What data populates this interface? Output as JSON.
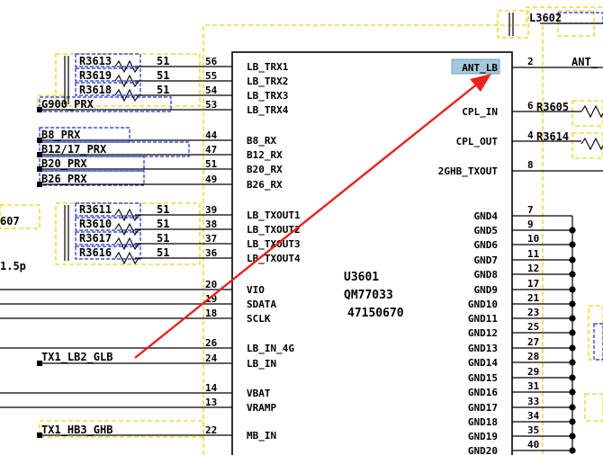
{
  "chip": {
    "refdes": "U3601",
    "part_number": "QM77033",
    "code": "47150670",
    "left_pins": [
      {
        "num": "56",
        "name": "LB_TRX1"
      },
      {
        "num": "55",
        "name": "LB_TRX2"
      },
      {
        "num": "54",
        "name": "LB_TRX3"
      },
      {
        "num": "53",
        "name": "LB_TRX4"
      },
      {
        "num": "44",
        "name": "B8_RX"
      },
      {
        "num": "47",
        "name": "B12_RX"
      },
      {
        "num": "51",
        "name": "B20_RX"
      },
      {
        "num": "49",
        "name": "B26_RX"
      },
      {
        "num": "39",
        "name": "LB_TXOUT1"
      },
      {
        "num": "38",
        "name": "LB_TXOUT2"
      },
      {
        "num": "37",
        "name": "LB_TXOUT3"
      },
      {
        "num": "36",
        "name": "LB_TXOUT4"
      },
      {
        "num": "20",
        "name": "VIO"
      },
      {
        "num": "19",
        "name": "SDATA"
      },
      {
        "num": "18",
        "name": "SCLK"
      },
      {
        "num": "26",
        "name": "LB_IN_4G"
      },
      {
        "num": "24",
        "name": "LB_IN"
      },
      {
        "num": "14",
        "name": "VBAT"
      },
      {
        "num": "13",
        "name": "VRAMP"
      },
      {
        "num": "22",
        "name": "MB_IN"
      }
    ],
    "right_pins": [
      {
        "num": "2",
        "name": "ANT_LB"
      },
      {
        "num": "6",
        "name": "CPL_IN"
      },
      {
        "num": "4",
        "name": "CPL_OUT"
      },
      {
        "num": "8",
        "name": "2GHB_TXOUT"
      },
      {
        "num": "7",
        "name": "GND4"
      },
      {
        "num": "9",
        "name": "GND5"
      },
      {
        "num": "10",
        "name": "GND6"
      },
      {
        "num": "11",
        "name": "GND7"
      },
      {
        "num": "12",
        "name": "GND8"
      },
      {
        "num": "17",
        "name": "GND9"
      },
      {
        "num": "21",
        "name": "GND10"
      },
      {
        "num": "23",
        "name": "GND11"
      },
      {
        "num": "25",
        "name": "GND12"
      },
      {
        "num": "27",
        "name": "GND13"
      },
      {
        "num": "28",
        "name": "GND14"
      },
      {
        "num": "29",
        "name": "GND15"
      },
      {
        "num": "31",
        "name": "GND16"
      },
      {
        "num": "33",
        "name": "GND17"
      },
      {
        "num": "34",
        "name": "GND18"
      },
      {
        "num": "35",
        "name": "GND19"
      },
      {
        "num": "40",
        "name": "GND20"
      }
    ]
  },
  "resistors": [
    {
      "ref": "R3613",
      "value": "51"
    },
    {
      "ref": "R3619",
      "value": "51"
    },
    {
      "ref": "R3618",
      "value": "51"
    },
    {
      "ref": "R3611",
      "value": "51"
    },
    {
      "ref": "R3610",
      "value": "51"
    },
    {
      "ref": "R3617",
      "value": "51"
    },
    {
      "ref": "R3616",
      "value": "51"
    },
    {
      "ref": "R3605",
      "value": ""
    },
    {
      "ref": "R3614",
      "value": ""
    }
  ],
  "inductors": [
    {
      "ref": "L3602"
    }
  ],
  "nets": {
    "g900_prx": "G900_PRX",
    "b8_prx": "B8_PRX",
    "b12_17_prx": "B12/17_PRX",
    "b20_prx": "B20_PRX",
    "b26_prx": "B26_PRX",
    "tx1_lb2_glb": "TX1_LB2_GLB",
    "tx1_hb3_ghb": "TX1_HB3_GHB",
    "ant_partial": "ANT_",
    "left_partial": "607",
    "cap_partial": "1.5p"
  },
  "annotation": {
    "highlight_target": "ANT_LB",
    "arrow_color": "#e8231f",
    "highlight_color": "#a6c8dc"
  },
  "colors": {
    "outline_yellow": "#e6d21a",
    "outline_blue": "#1c2ed0",
    "wire": "#000000"
  }
}
